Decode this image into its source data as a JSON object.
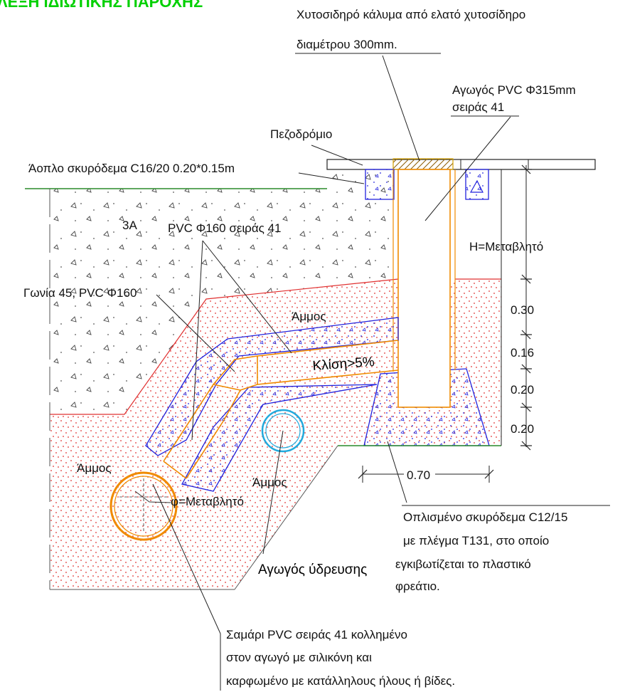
{
  "title": "ΛΕΞΗ ΙΔΙΩΤΙΚΗΣ ΠΑΡΟΧΗΣ",
  "colors": {
    "concrete_outline": "#2222dd",
    "sand_dots": "#e03030",
    "pipe_orange": "#f08a00",
    "water_pipe": "#22aadd",
    "ground_line": "#2a8a2a",
    "cover_hatch": "#d4a000",
    "title_green": "#00d000"
  },
  "labels": {
    "cover_line1": "Χυτοσιδηρό κάλυμα από ελατό χυτοσίδηρο",
    "cover_line2": "διαμέτρου 300mm.",
    "pvc315_line1": "Αγωγός PVC Φ315mm",
    "pvc315_line2": "σειράς 41",
    "sidewalk": "Πεζοδρόμιο",
    "plain_concrete": "Άοπλο σκυρόδεμα C16/20 0.20*0.15m",
    "fill_3a": "3Α",
    "pvc160": "PVC Φ160 σειράς 41",
    "height": "Η=Μεταβλητό",
    "elbow": "Γωνία 45, PVC Φ160",
    "sand_top": "Άμμος",
    "slope": "Κλίση>5%",
    "sand_left": "Άμμος",
    "sand_mid": "Άμμος",
    "diameter": "φ=Μεταβλητό",
    "water_main": "Αγωγός ύδρευσης",
    "reinforced_line1": "Οπλισμένο σκυρόδεμα C12/15",
    "reinforced_line2": "με πλέγμα Τ131, στο οποίο",
    "reinforced_line3": "εγκιβωτίζεται το πλαστικό",
    "reinforced_line4": "φρεάτιο.",
    "saddle_line1": "Σαμάρι PVC σειράς 41 κολλημένο",
    "saddle_line2": "στον αγωγό με σιλικόνη και",
    "saddle_line3": "καρφωμένο με κατάλληλους ήλους ή βίδες."
  },
  "dimensions": {
    "d1": "0.30",
    "d2": "0.16",
    "d3": "0.20",
    "d4": "0.20",
    "width": "0.70"
  }
}
